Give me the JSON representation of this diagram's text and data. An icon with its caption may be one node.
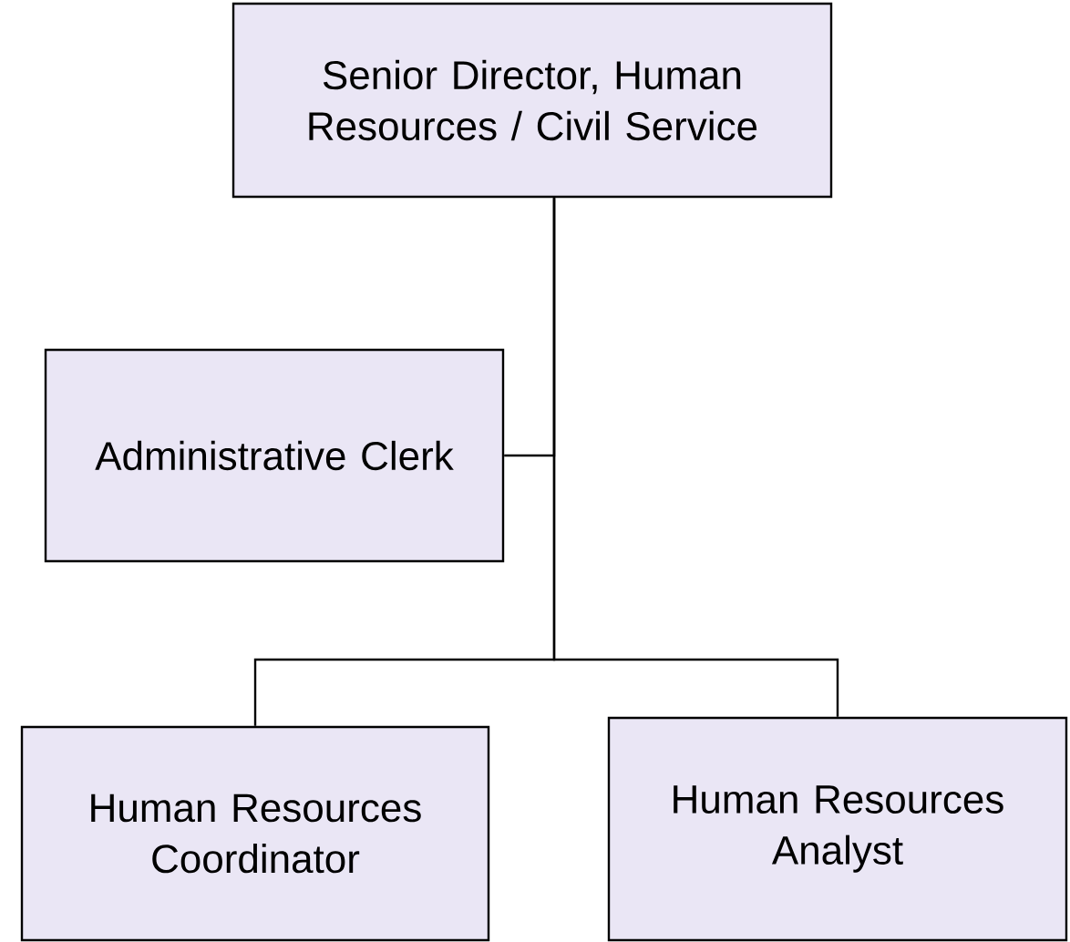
{
  "diagram": {
    "nodes": [
      {
        "text": [
          "Senior Director, Human Resources / Civil Service"
        ]
      },
      {
        "text": [
          "Administrative Clerk"
        ]
      },
      {
        "text": [
          "Human Resources Coordinator"
        ]
      },
      {
        "text": [
          "Human Resources Analyst"
        ]
      }
    ],
    "edges": [
      {
        "from": 0,
        "to": 1,
        "arrow": "none"
      },
      {
        "from": 0,
        "to": 2,
        "arrow": "none"
      },
      {
        "from": 0,
        "to": 3,
        "arrow": "none"
      }
    ]
  }
}
